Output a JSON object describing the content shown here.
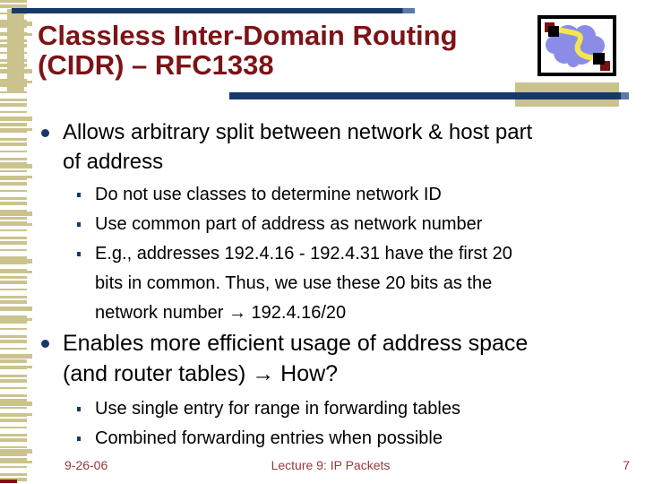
{
  "slide": {
    "title": "Classless Inter-Domain Routing\n(CIDR) – RFC1338",
    "bullets": [
      {
        "text": "Allows arbitrary split between network & host part\nof address",
        "subs": [
          "Do not use classes to determine network ID",
          "Use common part of address as network number",
          "E.g., addresses 192.4.16 - 192.4.31 have the first 20\nbits in common. Thus, we use these 20 bits as the\nnetwork number → 192.4.16/20"
        ]
      },
      {
        "text": "Enables more efficient usage of address space\n(and router tables) → How?",
        "subs": [
          "Use single entry for range in forwarding tables",
          "Combined forwarding entries when possible"
        ]
      }
    ],
    "footer": {
      "date": "9-26-06",
      "lecture": "Lecture 9: IP Packets",
      "page": "7"
    },
    "colors": {
      "accent_navy": "#17386b",
      "accent_tan": "#cbc38e",
      "title_maroon": "#7c1316",
      "footer_maroon": "#94383a",
      "cloud_periwinkle": "#8a8ce8",
      "link_yellow": "#f2e64f",
      "node_dark_red": "#7a1012"
    },
    "decor": {
      "network_image": "cloud-with-link-icon"
    }
  }
}
